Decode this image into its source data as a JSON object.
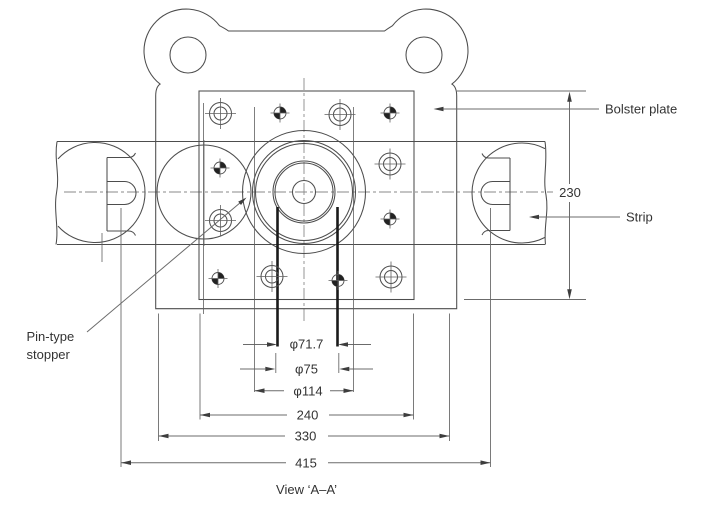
{
  "drawing": {
    "caption": "View ‘A–A’",
    "labels": {
      "bolster": "Bolster plate",
      "strip": "Strip",
      "stopper_line1": "Pin-type",
      "stopper_line2": "stopper"
    },
    "dims": {
      "plate_height": "230",
      "dia_punch": "φ71.7",
      "dia_die": "φ75",
      "dia_bore": "φ114",
      "width_die_plate": "240",
      "width_bolster": "330",
      "width_strip_span": "415"
    }
  },
  "colors": {
    "line": "#4d4d4d",
    "dimension": "#6b6b6b",
    "punch_thick": "#1a1a1a",
    "text": "#333333",
    "background": "#ffffff"
  }
}
